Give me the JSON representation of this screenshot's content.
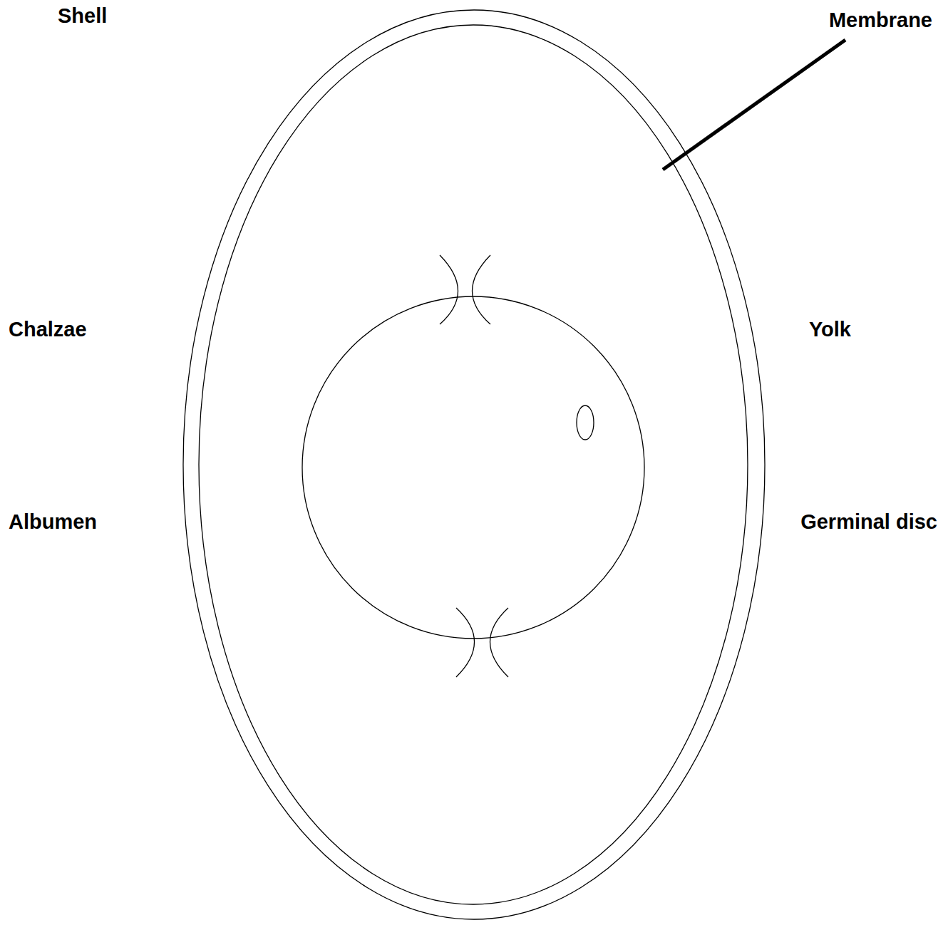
{
  "diagram": {
    "labels": [
      "Shell",
      "Membrane",
      "Chalzae",
      "Yolk",
      "Albumen",
      "Germinal disc"
    ]
  }
}
